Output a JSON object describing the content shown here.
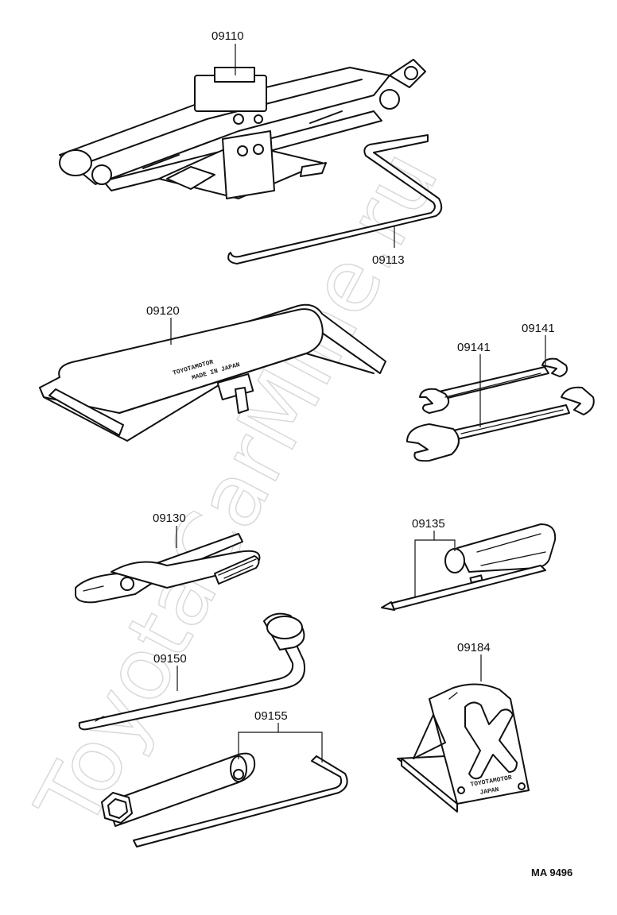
{
  "watermark": "ToyotaCarMine.ru",
  "diagram_code": "MA 9496",
  "parts": [
    {
      "id": "jack",
      "number": "09110"
    },
    {
      "id": "jack-handle",
      "number": "09113"
    },
    {
      "id": "tool-bag",
      "number": "09120"
    },
    {
      "id": "wrench-small",
      "number": "09141"
    },
    {
      "id": "wrench-large",
      "number": "09141"
    },
    {
      "id": "pliers",
      "number": "09130"
    },
    {
      "id": "screwdriver",
      "number": "09135"
    },
    {
      "id": "lug-wrench",
      "number": "09150"
    },
    {
      "id": "plug-wrench",
      "number": "09155"
    },
    {
      "id": "wheel-chock",
      "number": "09184"
    }
  ],
  "stamps": {
    "bag_line1": "TOYOTAMOTOR",
    "bag_line2": "MADE IN JAPAN",
    "chock_line1": "TOYOTAMOTOR",
    "chock_line2": "JAPAN"
  }
}
